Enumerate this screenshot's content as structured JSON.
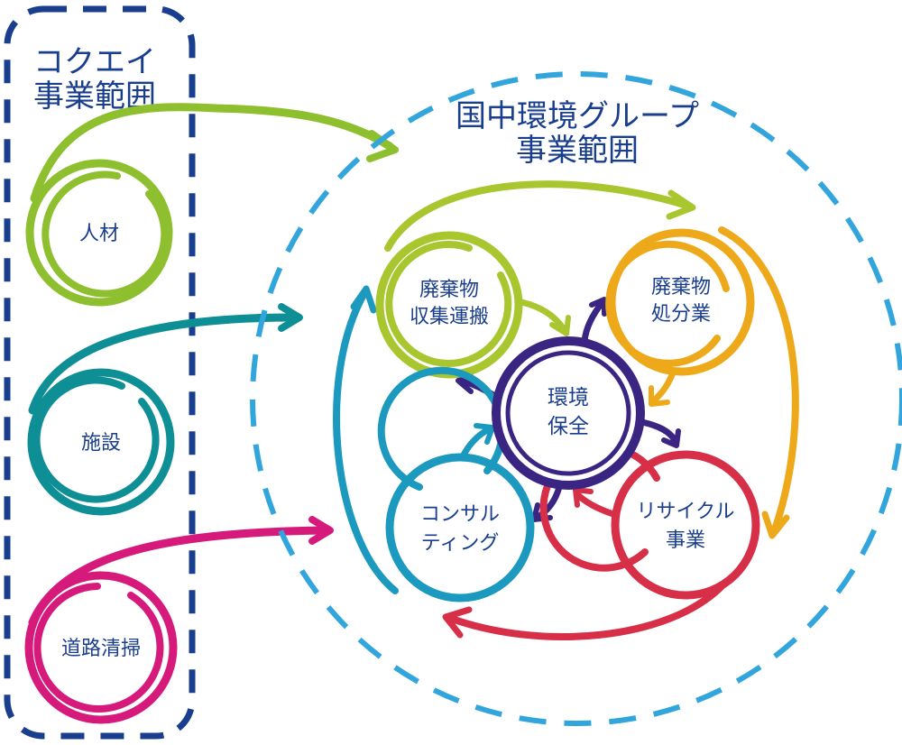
{
  "left_panel": {
    "title_line1": "コクエイ",
    "title_line2": "事業範囲",
    "items": [
      {
        "label": "人材",
        "color": "#8DBF2E"
      },
      {
        "label": "施設",
        "color": "#0E8F96"
      },
      {
        "label": "道路清掃",
        "color": "#D51A7B"
      }
    ]
  },
  "right_panel": {
    "title_line1": "国中環境グループ",
    "title_line2": "事業範囲",
    "center": {
      "line1": "環境",
      "line2": "保全",
      "color": "#3A2583"
    },
    "nodes": [
      {
        "line1": "廃棄物",
        "line2": "収集運搬",
        "color": "#A9C62F"
      },
      {
        "line1": "廃棄物",
        "line2": "処分業",
        "color": "#EDA919"
      },
      {
        "line1": "リサイクル",
        "line2": "事業",
        "color": "#D62F47"
      },
      {
        "line1": "コンサル",
        "line2": "ティング",
        "color": "#1C99BE"
      }
    ]
  },
  "colors": {
    "left_border": "#1A3E8E",
    "right_border": "#32A6DC",
    "title_text": "#1A3E8E",
    "label_text": "#1A3E8E"
  }
}
